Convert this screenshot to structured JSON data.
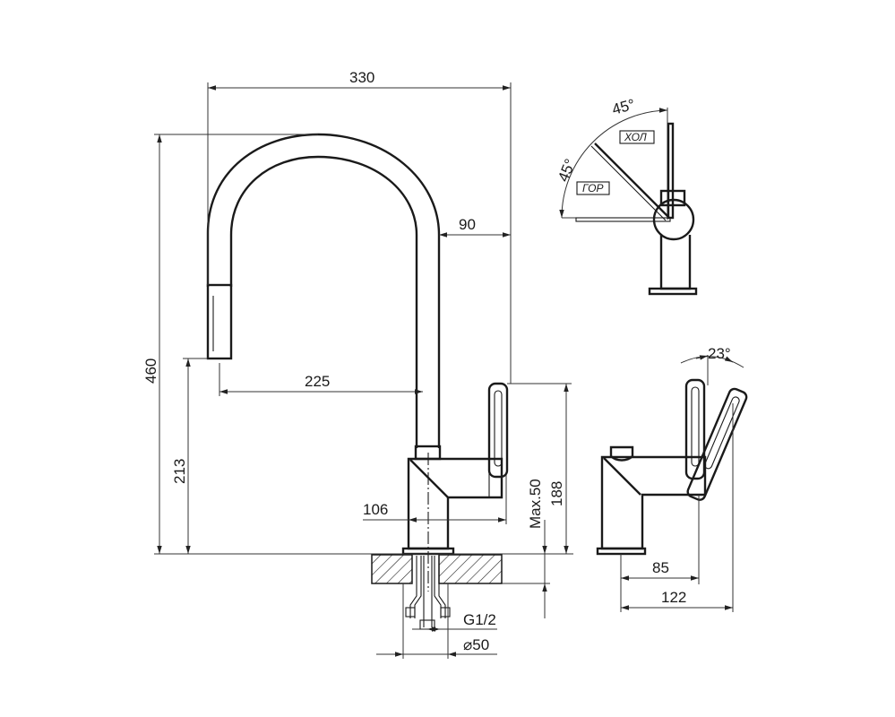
{
  "drawing": {
    "front_view": {
      "width_330": "330",
      "spout_offset_90": "90",
      "height_460": "460",
      "reach_225": "225",
      "spout_height_213": "213",
      "body_height_188": "188",
      "counter_thickness": "Max.50",
      "body_depth_106": "106",
      "thread": "G1/2",
      "hole_diameter": "⌀50"
    },
    "top_view": {
      "angle_cold": "45°",
      "angle_hot": "45°",
      "cold_label": "ХОЛ",
      "hot_label": "ГОР"
    },
    "side_view": {
      "lever_angle": "23°",
      "dim_85": "85",
      "dim_122": "122"
    }
  }
}
